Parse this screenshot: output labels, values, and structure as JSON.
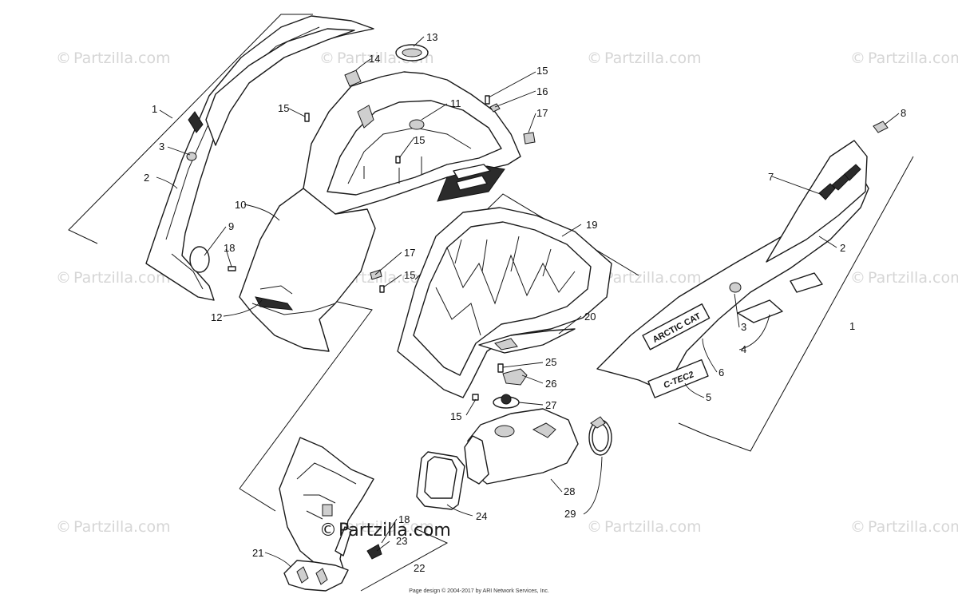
{
  "watermarks": [
    "Partzilla.com",
    "Partzilla.com",
    "Partzilla.com",
    "Partzilla.com",
    "Partzilla.com",
    "Partzilla.com",
    "Partzilla.com",
    "Partzilla.com",
    "Partzilla.com",
    "Partzilla.com",
    "Partzilla.com",
    "Partzilla.com"
  ],
  "center_watermark": "Partzilla.com",
  "decals": {
    "brand": "ARCTIC CAT",
    "engine": "C-TEC2"
  },
  "footer": "Page design © 2004-2017 by ARI Network Services, Inc.",
  "callouts": [
    "1",
    "2",
    "3",
    "13",
    "14",
    "15",
    "16",
    "11",
    "17",
    "15",
    "15",
    "10",
    "9",
    "18",
    "12",
    "19",
    "17",
    "15",
    "20",
    "25",
    "26",
    "27",
    "15",
    "28",
    "29",
    "24",
    "18",
    "21",
    "23",
    "22",
    "8",
    "7",
    "2",
    "1",
    "3",
    "4",
    "6",
    "5"
  ]
}
